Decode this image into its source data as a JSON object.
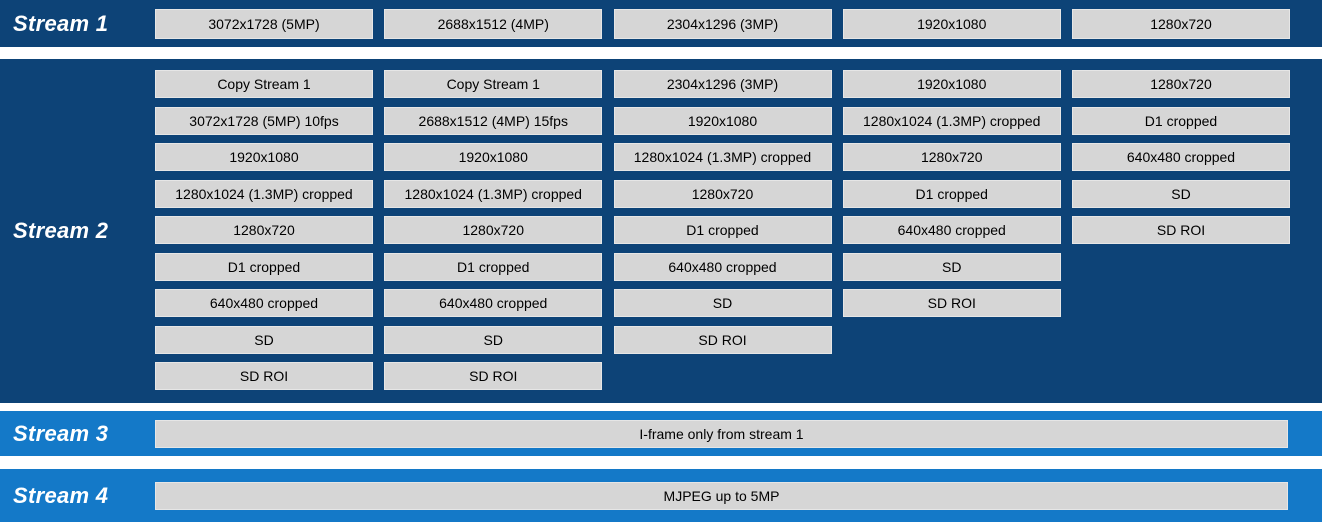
{
  "colors": {
    "dark_blue": "#0d4377",
    "light_blue": "#1479c8",
    "box_fill": "#d6d6d6",
    "box_text": "#000000",
    "label_text": "#ffffff"
  },
  "streams": [
    {
      "label": "Stream 1",
      "kind": "row",
      "theme": "dark",
      "boxes": [
        "3072x1728 (5MP)",
        "2688x1512 (4MP)",
        "2304x1296 (3MP)",
        "1920x1080",
        "1280x720"
      ]
    },
    {
      "label": "Stream 2",
      "kind": "columns",
      "theme": "dark",
      "columns": [
        [
          "Copy Stream 1",
          "3072x1728 (5MP) 10fps",
          "1920x1080",
          "1280x1024 (1.3MP) cropped",
          "1280x720",
          "D1 cropped",
          "640x480 cropped",
          "SD",
          "SD ROI"
        ],
        [
          "Copy Stream 1",
          "2688x1512 (4MP) 15fps",
          "1920x1080",
          "1280x1024 (1.3MP) cropped",
          "1280x720",
          "D1 cropped",
          "640x480 cropped",
          "SD",
          "SD ROI"
        ],
        [
          "2304x1296 (3MP)",
          "1920x1080",
          "1280x1024 (1.3MP) cropped",
          "1280x720",
          "D1 cropped",
          "640x480 cropped",
          "SD",
          "SD ROI"
        ],
        [
          "1920x1080",
          "1280x1024 (1.3MP) cropped",
          "1280x720",
          "D1 cropped",
          "640x480 cropped",
          "SD",
          "SD ROI"
        ],
        [
          "1280x720",
          "D1 cropped",
          "640x480 cropped",
          "SD",
          "SD ROI"
        ]
      ]
    },
    {
      "label": "Stream 3",
      "kind": "wide",
      "theme": "light",
      "boxes": [
        "I-frame only from stream 1"
      ]
    },
    {
      "label": "Stream 4",
      "kind": "wide",
      "theme": "light",
      "boxes": [
        "MJPEG up to 5MP"
      ]
    }
  ]
}
